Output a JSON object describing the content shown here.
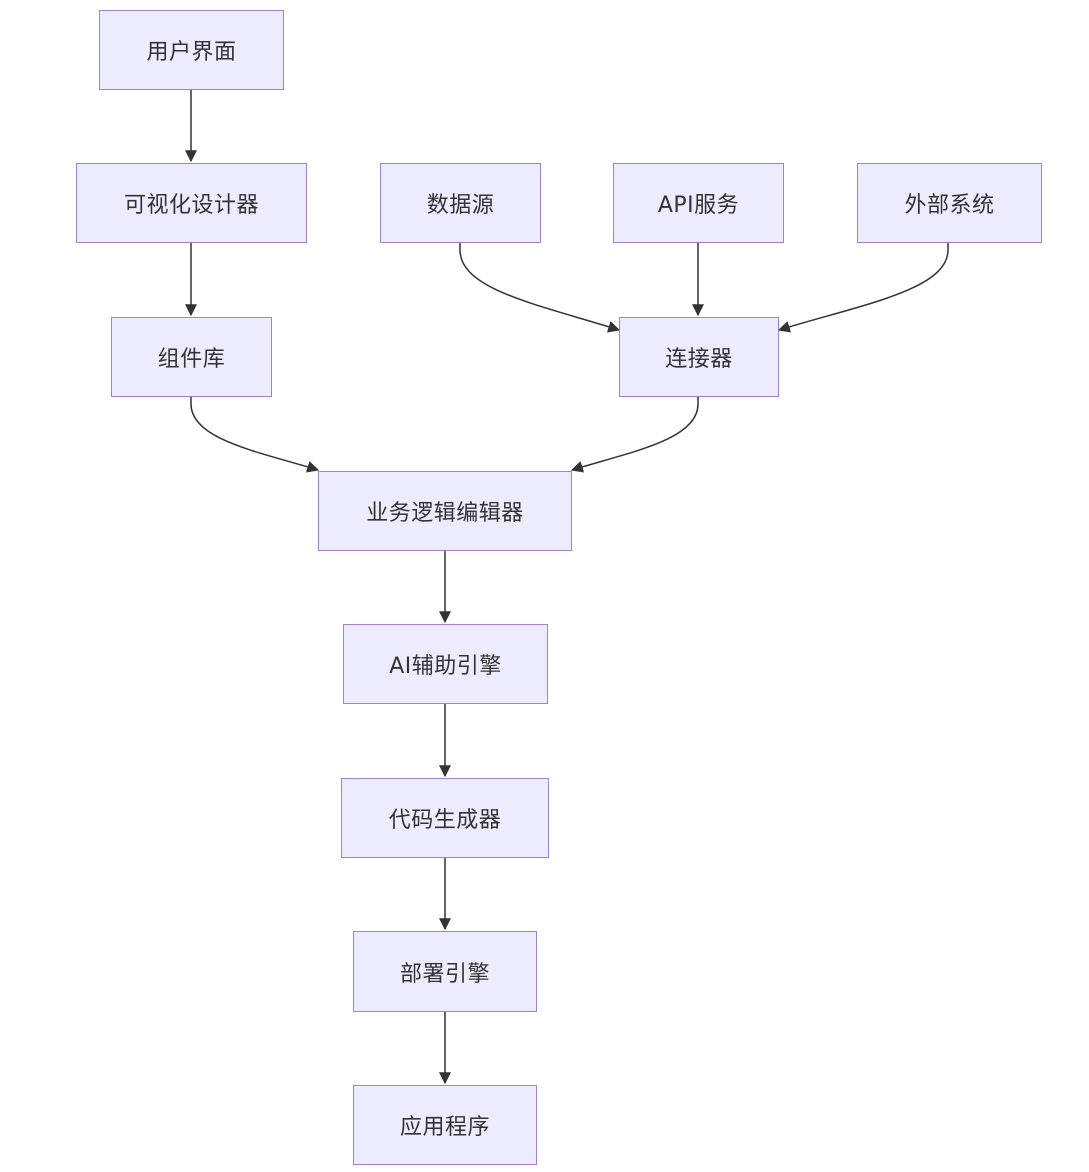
{
  "nodes": {
    "ui": "用户界面",
    "designer": "可视化设计器",
    "components": "组件库",
    "datasource": "数据源",
    "api": "API服务",
    "external": "外部系统",
    "connector": "连接器",
    "logic_editor": "业务逻辑编辑器",
    "ai_engine": "AI辅助引擎",
    "codegen": "代码生成器",
    "deploy": "部署引擎",
    "app": "应用程序"
  },
  "edges": [
    [
      "ui",
      "designer"
    ],
    [
      "designer",
      "components"
    ],
    [
      "datasource",
      "connector"
    ],
    [
      "api",
      "connector"
    ],
    [
      "external",
      "connector"
    ],
    [
      "components",
      "logic_editor"
    ],
    [
      "connector",
      "logic_editor"
    ],
    [
      "logic_editor",
      "ai_engine"
    ],
    [
      "ai_engine",
      "codegen"
    ],
    [
      "codegen",
      "deploy"
    ],
    [
      "deploy",
      "app"
    ]
  ],
  "colors": {
    "node_fill": "#ececfe",
    "node_border": "#9d7fdc",
    "edge": "#333333",
    "text": "#333333"
  }
}
